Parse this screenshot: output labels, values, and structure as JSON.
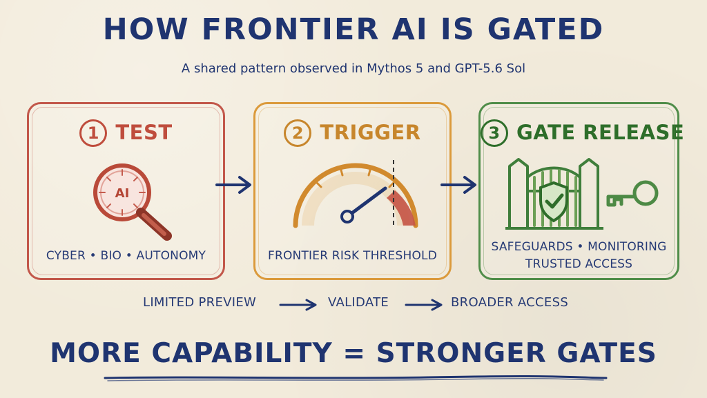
{
  "title": "HOW FRONTIER AI IS GATED",
  "subtitle": "A shared pattern observed in Mythos 5 and GPT-5.6 Sol",
  "panels": [
    {
      "number": "1",
      "title": "TEST",
      "icon": "ai-magnifier-icon",
      "icon_text": "AI",
      "caption": "CYBER • BIO • AUTONOMY",
      "color": "#c2574a"
    },
    {
      "number": "2",
      "title": "TRIGGER",
      "icon": "risk-gauge-icon",
      "caption": "FRONTIER RISK THRESHOLD",
      "color": "#db9a3b"
    },
    {
      "number": "3",
      "title": "GATE RELEASE",
      "icon": "secured-gate-and-key-icon",
      "caption_line_1": "SAFEGUARDS • MONITORING",
      "caption_line_2": "TRUSTED ACCESS",
      "color": "#4f8d49"
    }
  ],
  "flow": [
    "LIMITED PREVIEW",
    "VALIDATE",
    "BROADER ACCESS"
  ],
  "footer": "MORE CAPABILITY = STRONGER GATES",
  "colors": {
    "background": "#f2ebdb",
    "ink": "#1f3470",
    "red": "#c2574a",
    "amber": "#db9a3b",
    "green": "#4f8d49"
  }
}
